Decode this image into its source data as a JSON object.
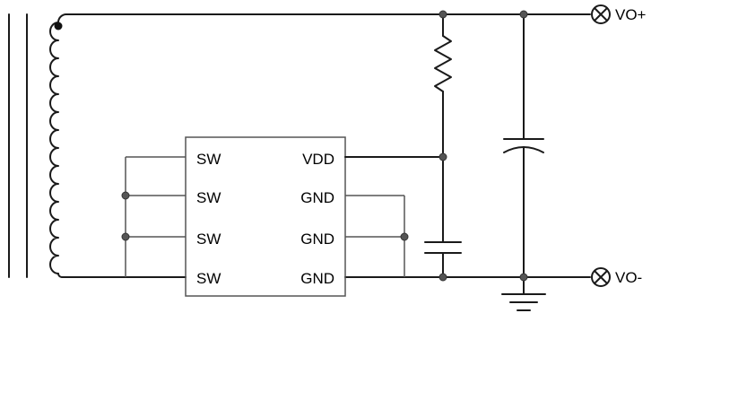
{
  "diagram": {
    "ic": {
      "left_pins": [
        "SW",
        "SW",
        "SW",
        "SW"
      ],
      "right_pins": [
        "VDD",
        "GND",
        "GND",
        "GND"
      ]
    },
    "terminals": {
      "positive": "VO+",
      "negative": "VO-"
    }
  }
}
